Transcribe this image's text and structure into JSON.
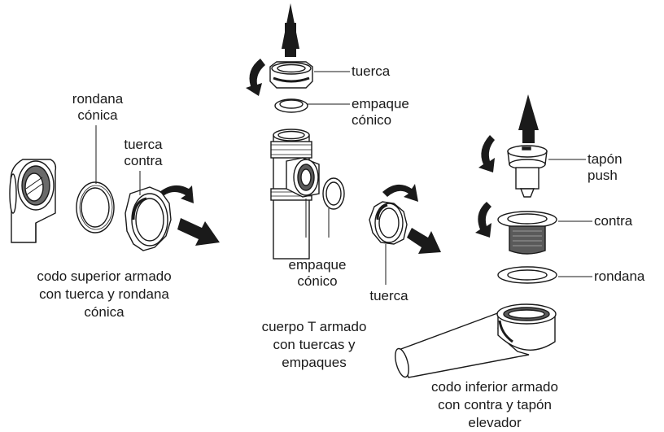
{
  "labels": {
    "tuerca_top": "tuerca",
    "empaque_conico_top_1": "empaque",
    "empaque_conico_top_2": "cónico",
    "rondana_conica_1": "rondana",
    "rondana_conica_2": "cónica",
    "tuerca_contra_1": "tuerca",
    "tuerca_contra_2": "contra",
    "empaque_conico_bottom_1": "empaque",
    "empaque_conico_bottom_2": "cónico",
    "tuerca_bottom": "tuerca",
    "tapon_push_1": "tapón",
    "tapon_push_2": "push",
    "contra": "contra",
    "rondana": "rondana"
  },
  "captions": {
    "codo_superior": [
      "codo superior armado",
      "con tuerca y rondana",
      "cónica"
    ],
    "cuerpo_t": [
      "cuerpo T armado",
      "con tuercas y",
      "empaques"
    ],
    "codo_inferior": [
      "codo inferior armado",
      "con contra y tapón",
      "elevador"
    ]
  },
  "colors": {
    "line": "#1a1a1a",
    "fill_light": "#ffffff",
    "fill_gray": "#8a8a8a",
    "fill_dark": "#4a4a4a"
  }
}
